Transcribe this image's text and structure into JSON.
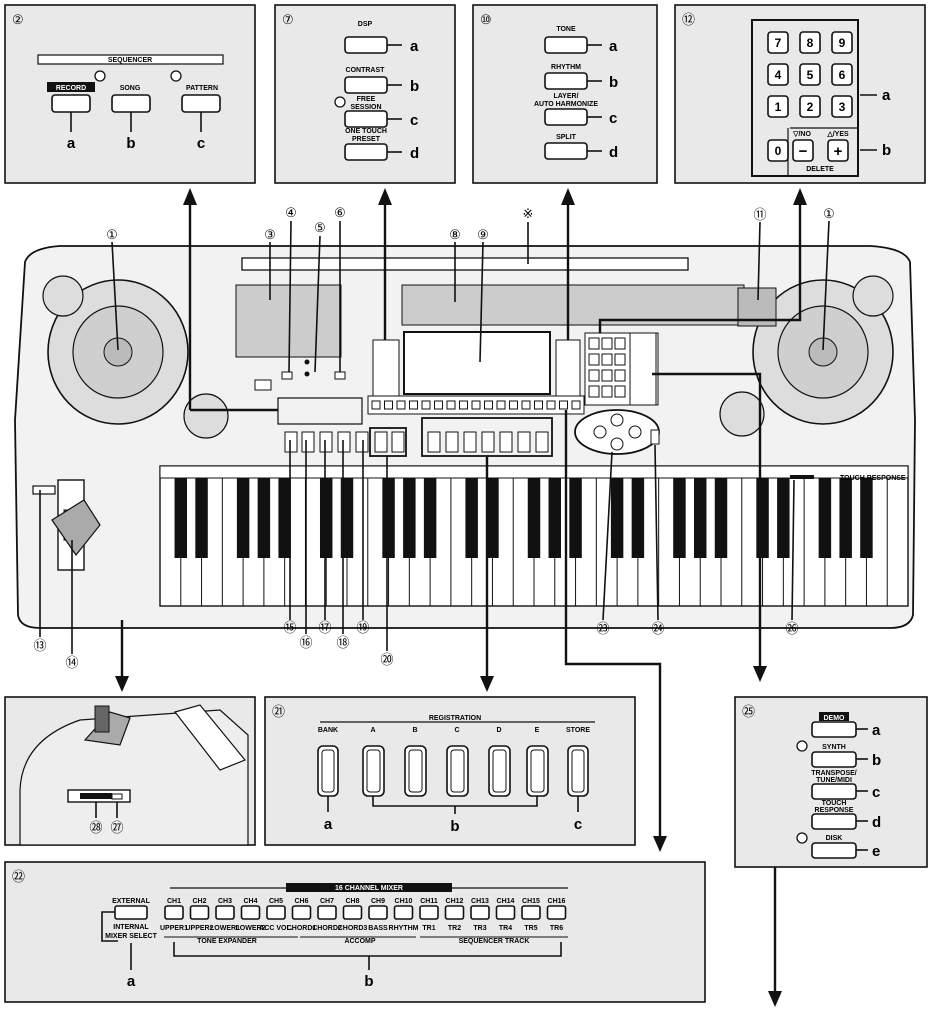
{
  "markers": {
    "m1": "①",
    "m2": "②",
    "m3": "③",
    "m4": "④",
    "m5": "⑤",
    "m6": "⑥",
    "m7": "⑦",
    "m8": "⑧",
    "m9": "⑨",
    "m10": "⑩",
    "m11": "⑪",
    "m12": "⑫",
    "m13": "⑬",
    "m14": "⑭",
    "m15": "⑮",
    "m16": "⑯",
    "m17": "⑰",
    "m18": "⑱",
    "m19": "⑲",
    "m20": "⑳",
    "m21": "㉑",
    "m22": "㉒",
    "m23": "㉓",
    "m24": "㉔",
    "m25": "㉕",
    "m26": "㉖",
    "m27": "㉗",
    "m28": "㉘",
    "note": "※"
  },
  "sequencer": {
    "title": "SEQUENCER",
    "record": "RECORD",
    "song": "SONG",
    "pattern": "PATTERN",
    "a": "a",
    "b": "b",
    "c": "c"
  },
  "dsp_panel": {
    "dsp": "DSP",
    "contrast": "CONTRAST",
    "free_session": [
      "FREE",
      "SESSION"
    ],
    "one_touch_preset": [
      "ONE TOUCH",
      "PRESET"
    ],
    "a": "a",
    "b": "b",
    "c": "c",
    "d": "d"
  },
  "tone_panel": {
    "tone": "TONE",
    "rhythm": "RHYTHM",
    "layer": [
      "LAYER/",
      "AUTO HARMONIZE"
    ],
    "split": "SPLIT",
    "a": "a",
    "b": "b",
    "c": "c",
    "d": "d"
  },
  "keypad": {
    "keys": [
      "7",
      "8",
      "9",
      "4",
      "5",
      "6",
      "1",
      "2",
      "3",
      "0"
    ],
    "minus": "−",
    "plus": "+",
    "no_label": "▽/NO",
    "yes_label": "△/YES",
    "delete": "DELETE",
    "a": "a",
    "b": "b"
  },
  "registration": {
    "title": "REGISTRATION",
    "bank": "BANK",
    "letters": [
      "A",
      "B",
      "C",
      "D",
      "E"
    ],
    "store": "STORE",
    "a": "a",
    "b": "b",
    "c": "c"
  },
  "mixer": {
    "title": "16 CHANNEL MIXER",
    "external": "EXTERNAL",
    "internal": "INTERNAL",
    "mixer_select": "MIXER SELECT",
    "channels": [
      "CH1",
      "CH2",
      "CH3",
      "CH4",
      "CH5",
      "CH6",
      "CH7",
      "CH8",
      "CH9",
      "CH10",
      "CH11",
      "CH12",
      "CH13",
      "CH14",
      "CH15",
      "CH16"
    ],
    "parts": [
      "UPPER1",
      "UPPER2",
      "LOWER1",
      "LOWER2",
      "ACC VOL.",
      "CHORD1",
      "CHORD2",
      "CHORD3",
      "BASS",
      "RHYTHM",
      "TR1",
      "TR2",
      "TR3",
      "TR4",
      "TR5",
      "TR6"
    ],
    "tone_expander": "TONE EXPANDER",
    "accomp": "ACCOMP",
    "sequencer_track": "SEQUENCER TRACK",
    "a": "a",
    "b": "b"
  },
  "synth_panel": {
    "demo": "DEMO",
    "synth": "SYNTH",
    "transpose": [
      "TRANSPOSE/",
      "TUNE/MIDI"
    ],
    "touch_response": [
      "TOUCH",
      "RESPONSE"
    ],
    "disk": "DISK",
    "a": "a",
    "b": "b",
    "c": "c",
    "d": "d",
    "e": "e"
  },
  "keyboard": {
    "touch_response": "TOUCH RESPONSE"
  }
}
